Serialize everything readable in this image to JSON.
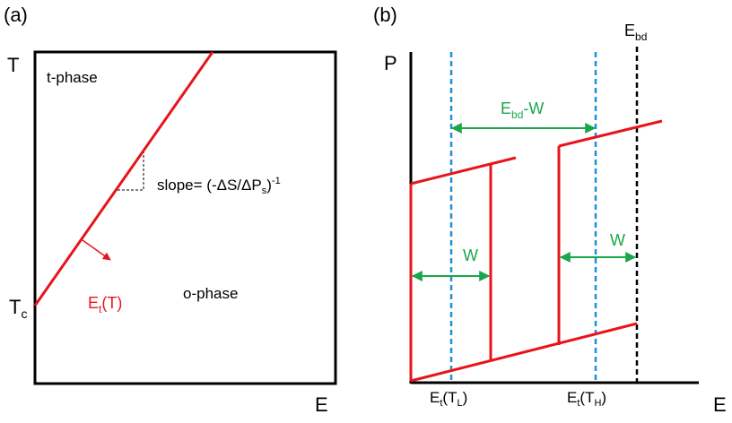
{
  "panel_a": {
    "label": "(a)",
    "y_axis_label": "T",
    "x_axis_label": "E",
    "tc_label": {
      "main": "T",
      "sub": "c"
    },
    "region_top": "t-phase",
    "region_bottom": "o-phase",
    "slope_label": {
      "main": "slope= (-ΔS/ΔP",
      "sub": "s",
      "tail": ")",
      "sup": "-1"
    },
    "line_label": {
      "main": "E",
      "sub": "t",
      "tail": "(T)"
    }
  },
  "panel_b": {
    "label": "(b)",
    "y_axis_label": "P",
    "x_axis_label": "E",
    "ebd_label": {
      "main": "E",
      "sub": "bd"
    },
    "ebd_w_label": {
      "main": "E",
      "sub": "bd",
      "tail": "-W"
    },
    "w_label_left": "W",
    "w_label_right": "W",
    "tick_left": {
      "main": "E",
      "sub": "t",
      "open": "(T",
      "sub2": "L",
      "close": ")"
    },
    "tick_right": {
      "main": "E",
      "sub": "t",
      "open": "(T",
      "sub2": "H",
      "close": ")"
    }
  },
  "colors": {
    "red": "#e8141b",
    "green": "#1aa64b",
    "blue": "#1f8fd6",
    "black": "#000000"
  }
}
